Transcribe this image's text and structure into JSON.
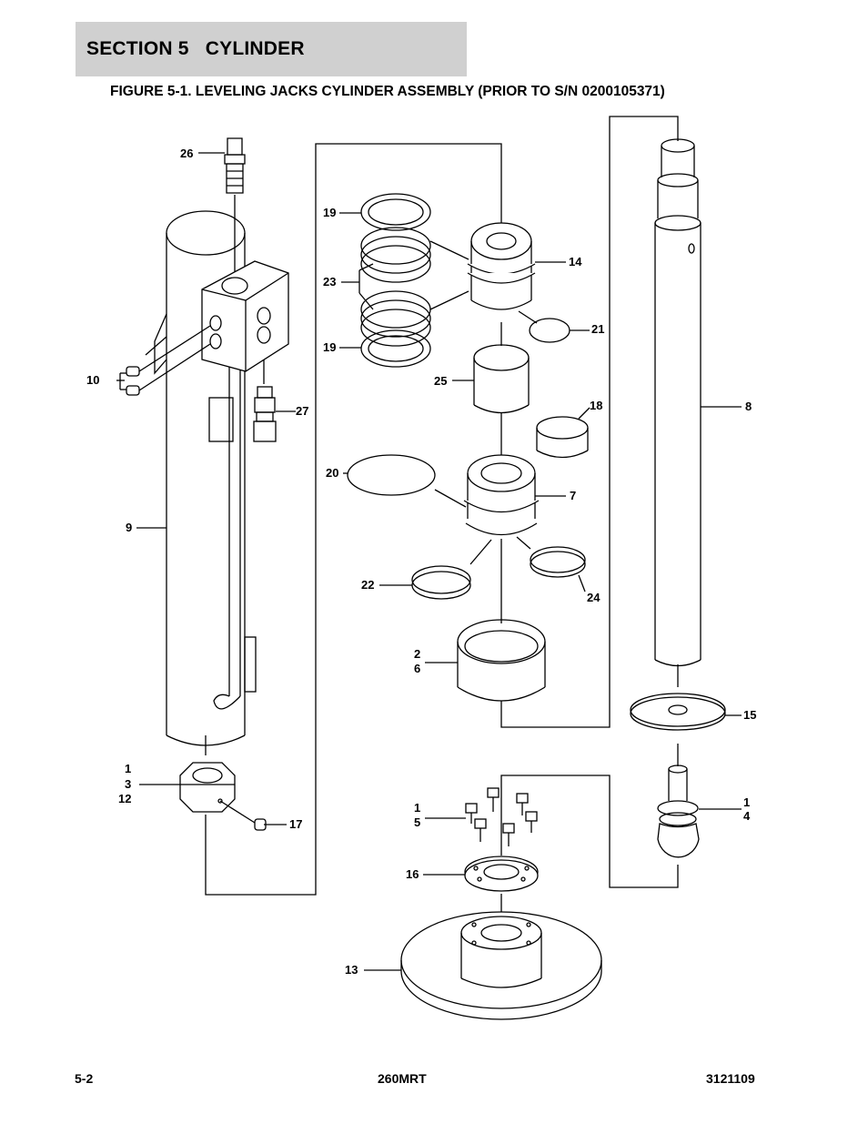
{
  "header": {
    "section_title": "SECTION 5   CYLINDER",
    "figure_title": "FIGURE 5-1. LEVELING JACKS CYLINDER ASSEMBLY (PRIOR TO S/N 0200105371)"
  },
  "callouts": {
    "c26": "26",
    "c27": "27",
    "c10": "10",
    "c9": "9",
    "c13_12_a": "1",
    "c13_12_b": "3",
    "c13_12_c": "12",
    "c17": "17",
    "c19_top": "19",
    "c23": "23",
    "c19_bottom": "19",
    "c14": "14",
    "c21": "21",
    "c25": "25",
    "c18": "18",
    "c20": "20",
    "c7": "7",
    "c22": "22",
    "c24": "24",
    "c26b_a": "2",
    "c26b_b": "6",
    "c8": "8",
    "c15": "15",
    "c14b_a": "1",
    "c14b_b": "4",
    "c15b_a": "1",
    "c15b_b": "5",
    "c16": "16",
    "c13": "13"
  },
  "footer": {
    "page": "5-2",
    "model": "260MRT",
    "doc_number": "3121109"
  }
}
